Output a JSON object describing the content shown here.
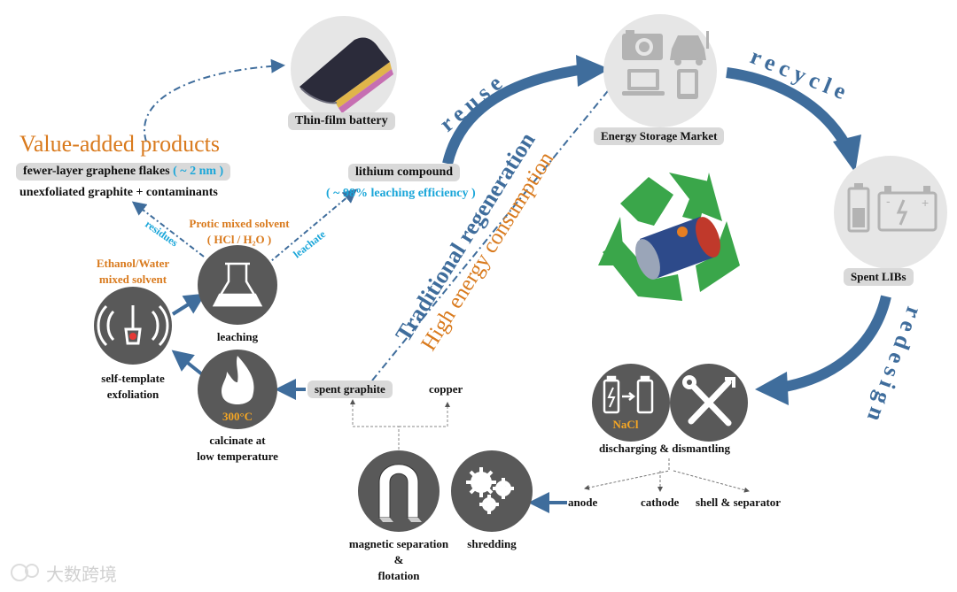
{
  "labels": {
    "thin_film_battery": "Thin-film battery",
    "value_added_products": "Value-added products",
    "fewer_layer": "fewer-layer graphene flakes",
    "fewer_layer_note": "( ~ 2 nm )",
    "unexfoliated": "unexfoliated graphite + contaminants",
    "lithium_compound": "lithium compound",
    "leaching_efficiency": "( ~ 98% leaching efficiency )",
    "residues": "residues",
    "leachate": "leachate",
    "protic_solvent": "Protic mixed solvent",
    "protic_solvent_formula": "( HCl / H₂O )",
    "ethanol_water": "Ethanol/Water",
    "mixed_solvent": "mixed solvent",
    "leaching": "leaching",
    "self_template": "self-template",
    "exfoliation": "exfoliation",
    "calcinate_at": "calcinate at",
    "low_temperature": "low temperature",
    "temp_300": "300°C",
    "spent_graphite": "spent graphite",
    "copper": "copper",
    "magnetic_separation": "magnetic separation",
    "ampersand": "&",
    "flotation": "flotation",
    "shredding": "shredding",
    "anode": "anode",
    "cathode": "cathode",
    "shell_separator": "shell & separator",
    "discharging_dismantling": "discharging & dismantling",
    "nacl": "NaCl",
    "energy_storage_market": "Energy Storage Market",
    "spent_libs": "Spent LIBs",
    "reuse": "reuse",
    "recycle": "recycle",
    "redesign": "redesign",
    "traditional_regeneration": "Traditional regeneration",
    "high_energy_consumption": "High energy consumption",
    "watermark": "大数跨境"
  },
  "colors": {
    "accent_orange": "#d97a1d",
    "accent_cyan": "#1aa6d9",
    "arrow_blue": "#3f6d9c",
    "node_dark": "#595959",
    "node_light": "#e6e6e6",
    "pill_gray": "#d9d9d9",
    "recycle_green": "#3aa64a"
  },
  "icons": [
    "thin-film-battery-icon",
    "camera-icon",
    "car-charging-icon",
    "laptop-icon",
    "tablet-icon",
    "battery-icon",
    "flask-icon",
    "ultrasound-icon",
    "flame-icon",
    "magnet-icon",
    "gears-icon",
    "battery-discharge-icon",
    "tools-icon",
    "recycle-icon",
    "cylinder-battery-icon"
  ]
}
